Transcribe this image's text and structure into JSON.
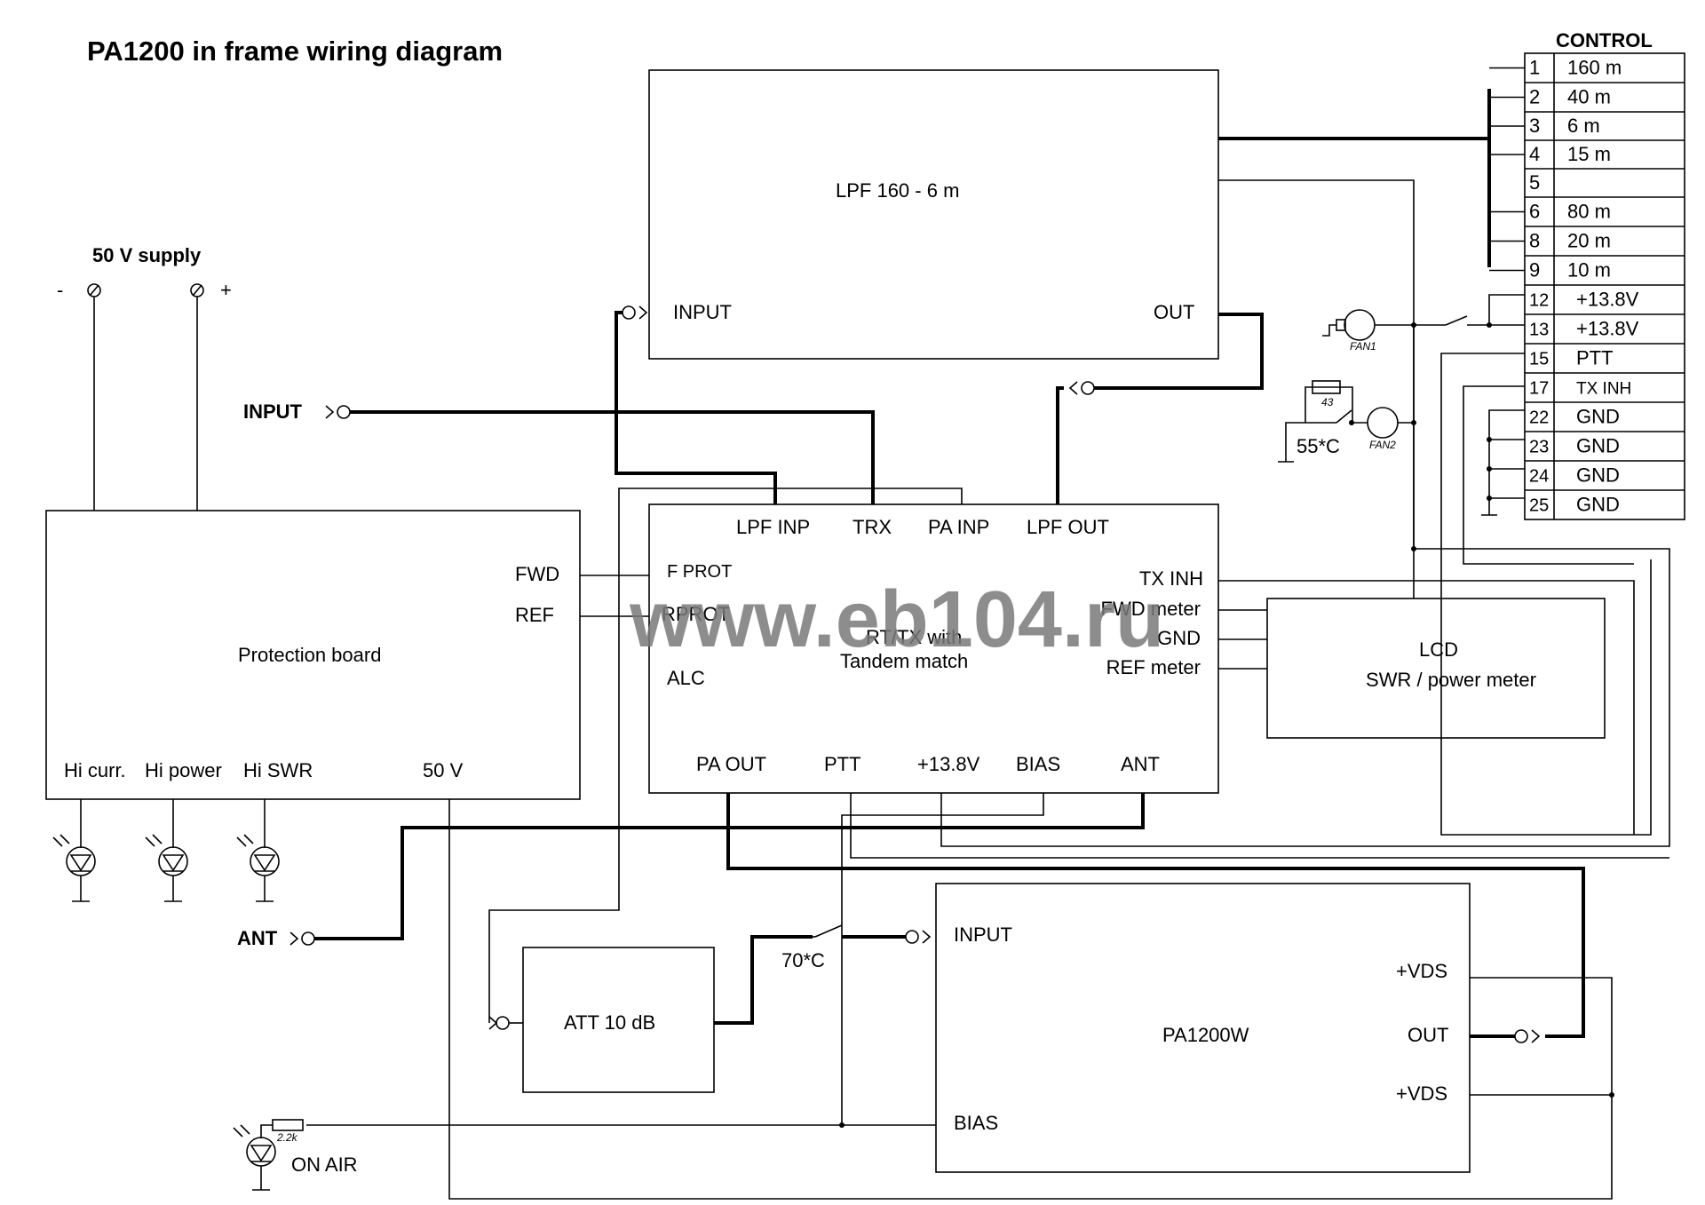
{
  "title": "PA1200 in frame wiring diagram",
  "watermark": "www.eb104.ru",
  "supply": {
    "label": "50 V supply",
    "minus": "-",
    "plus": "+"
  },
  "inputs": {
    "input": "INPUT",
    "ant": "ANT"
  },
  "control": {
    "title": "CONTROL",
    "pins": [
      {
        "num": "1",
        "label": "160 m"
      },
      {
        "num": "2",
        "label": "40 m"
      },
      {
        "num": "3",
        "label": "6 m"
      },
      {
        "num": "4",
        "label": "15 m"
      },
      {
        "num": "5",
        "label": ""
      },
      {
        "num": "6",
        "label": "80 m"
      },
      {
        "num": "8",
        "label": "20 m"
      },
      {
        "num": "9",
        "label": "10 m"
      },
      {
        "num": "12",
        "label": "+13.8V"
      },
      {
        "num": "13",
        "label": "+13.8V"
      },
      {
        "num": "15",
        "label": "PTT"
      },
      {
        "num": "17",
        "label": "TX INH"
      },
      {
        "num": "22",
        "label": "GND"
      },
      {
        "num": "23",
        "label": "GND"
      },
      {
        "num": "24",
        "label": "GND"
      },
      {
        "num": "25",
        "label": "GND"
      }
    ]
  },
  "lpf": {
    "name": "LPF 160 - 6 m",
    "input": "INPUT",
    "out": "OUT"
  },
  "rttx": {
    "name_line1": "RT/TX with",
    "name_line2": "Tandem match",
    "top_pins": [
      "LPF INP",
      "TRX",
      "PA INP",
      "LPF OUT"
    ],
    "left_pins": [
      "F PROT",
      "RPROT",
      "ALC"
    ],
    "right_pins": [
      "TX INH",
      "FWD meter",
      "GND",
      "REF meter"
    ],
    "bottom_pins": [
      "PA OUT",
      "PTT",
      "+13.8V",
      "BIAS",
      "ANT"
    ]
  },
  "protection": {
    "name": "Protection board",
    "fwd": "FWD",
    "ref": "REF",
    "bottom": [
      "Hi curr.",
      "Hi power",
      "Hi SWR",
      "50 V"
    ]
  },
  "lcd": {
    "line1": "LCD",
    "line2": "SWR / power meter"
  },
  "fans": {
    "fan1": "FAN1",
    "fan2": "FAN2",
    "resistor": "43",
    "thermo": "55*C"
  },
  "att": {
    "name": "ATT  10 dB",
    "thermo": "70*C"
  },
  "pa": {
    "name": "PA1200W",
    "input": "INPUT",
    "vds1": "+VDS",
    "out": "OUT",
    "vds2": "+VDS",
    "bias": "BIAS"
  },
  "onair": {
    "label": "ON AIR",
    "resistor": "2.2k"
  }
}
